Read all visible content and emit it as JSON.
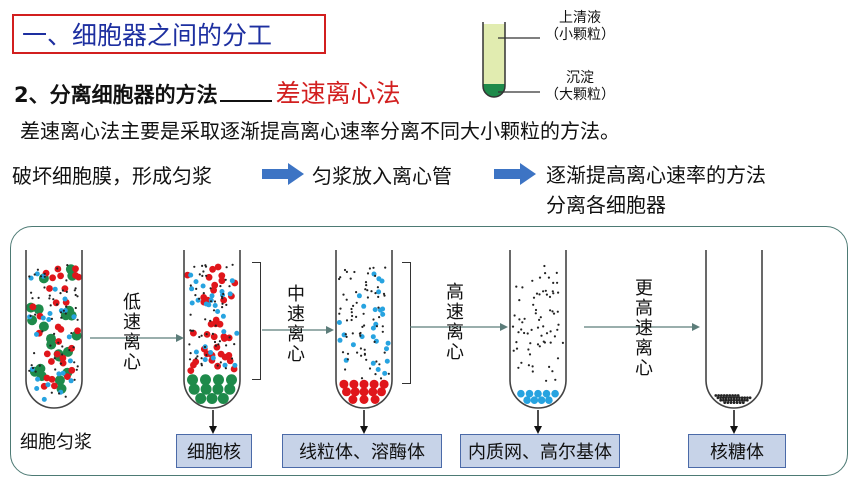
{
  "title": "一、细胞器之间的分工",
  "subtitle": {
    "prefix": "2、分离细胞器的方法",
    "method": "差速离心法"
  },
  "description": "差速离心法主要是采取逐渐提高离心速率分离不同大小颗粒的方法。",
  "legend": {
    "top_label": "上清液\n（小颗粒）",
    "bottom_label": "沉淀\n（大颗粒）"
  },
  "steps": [
    "破坏细胞膜，形成匀浆",
    "匀浆放入离心管",
    "逐渐提高离心速率的方法\n分离各细胞器"
  ],
  "homogenate_label": "细胞匀浆",
  "speeds": [
    "低速离心",
    "中速离心",
    "高速离心",
    "更高速离心"
  ],
  "results": [
    "细胞核",
    "线粒体、溶酶体",
    "内质网、高尔基体",
    "核糖体"
  ],
  "colors": {
    "title_blue": "#1d2fa0",
    "accent_red": "#d21f1f",
    "arrow_blue": "#3d74c4",
    "nucleus_green": "#1e8a4a",
    "mito_red": "#e0161b",
    "er_blue": "#27a3e0",
    "ribosome_black": "#222222",
    "result_box": "#c7d3e8",
    "supernatant": "#e1ecb0"
  }
}
